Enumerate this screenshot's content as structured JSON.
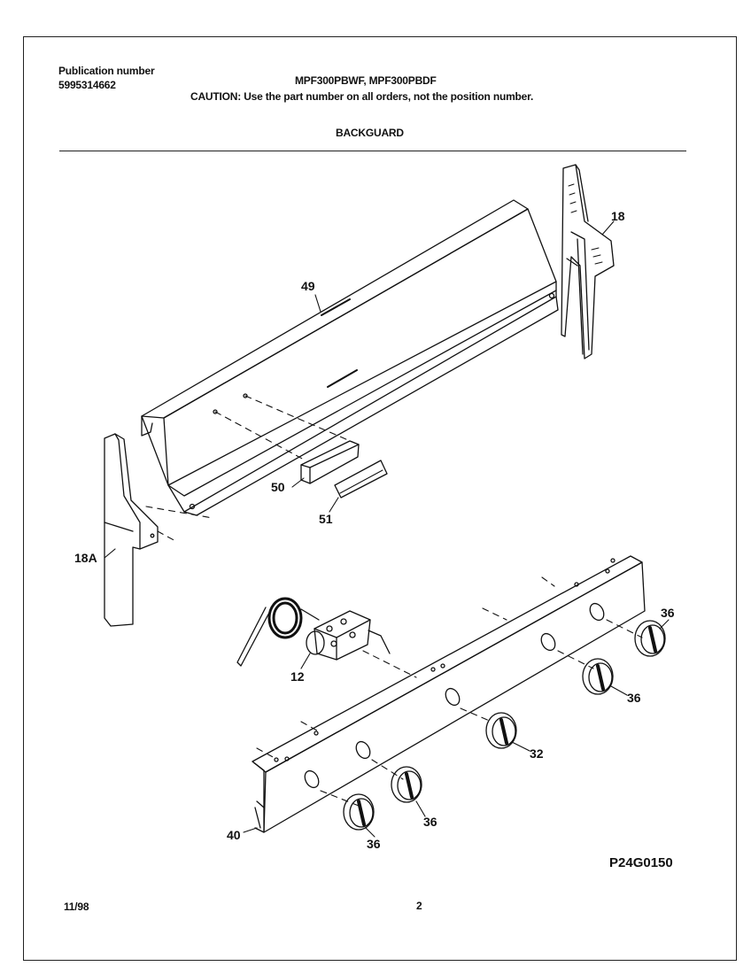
{
  "header": {
    "publication_label": "Publication number",
    "publication_number": "5995314662",
    "models": "MPF300PBWF, MPF300PBDF",
    "caution": "CAUTION:  Use the part number on all orders, not the position number.",
    "section_title": "BACKGUARD"
  },
  "callouts": {
    "c49": "49",
    "c18": "18",
    "c18a": "18A",
    "c50": "50",
    "c51": "51",
    "c12": "12",
    "c40": "40",
    "c32": "32",
    "c36_a": "36",
    "c36_b": "36",
    "c36_c": "36",
    "c36_d": "36"
  },
  "footer": {
    "figure_code": "P24G0150",
    "date": "11/98",
    "page_number": "2"
  }
}
